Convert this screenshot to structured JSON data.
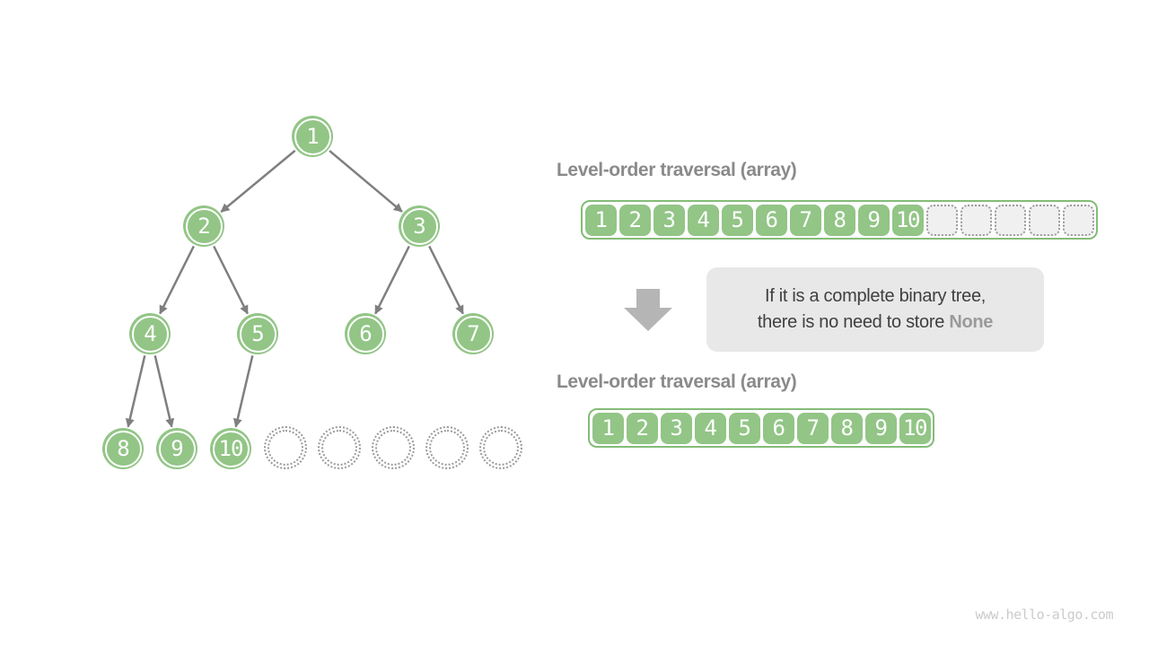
{
  "colors": {
    "node_green": "#92C586",
    "array_border_green": "#84BC78",
    "edge_gray": "#7F7F7F",
    "heading_gray": "#8A8A8A",
    "note_background": "#E8E8E8",
    "note_text": "#3F3F3F",
    "note_highlight_gray": "#9A9A9A",
    "block_arrow_gray": "#B5B5B5",
    "empty_cell_background": "#F0F0F0",
    "empty_cell_border": "#9C9C9C",
    "watermark_gray": "#CBCBCB"
  },
  "tree": {
    "nodes": [
      {
        "label": "1"
      },
      {
        "label": "2"
      },
      {
        "label": "3"
      },
      {
        "label": "4"
      },
      {
        "label": "5"
      },
      {
        "label": "6"
      },
      {
        "label": "7"
      },
      {
        "label": "8"
      },
      {
        "label": "9"
      },
      {
        "label": "10"
      }
    ],
    "edges": [
      [
        "1",
        "2"
      ],
      [
        "1",
        "3"
      ],
      [
        "2",
        "4"
      ],
      [
        "2",
        "5"
      ],
      [
        "3",
        "6"
      ],
      [
        "3",
        "7"
      ],
      [
        "4",
        "8"
      ],
      [
        "4",
        "9"
      ],
      [
        "5",
        "10"
      ]
    ],
    "empty_node_count": 5
  },
  "arrays": {
    "top": {
      "heading": "Level-order traversal (array)",
      "values": [
        "1",
        "2",
        "3",
        "4",
        "5",
        "6",
        "7",
        "8",
        "9",
        "10"
      ],
      "empty_cell_count": 5
    },
    "bottom": {
      "heading": "Level-order traversal (array)",
      "values": [
        "1",
        "2",
        "3",
        "4",
        "5",
        "6",
        "7",
        "8",
        "9",
        "10"
      ]
    }
  },
  "note": {
    "line1": "If it is a complete binary tree,",
    "line2_prefix": "there is no need to store ",
    "highlight": "None"
  },
  "watermark": "www.hello-algo.com"
}
